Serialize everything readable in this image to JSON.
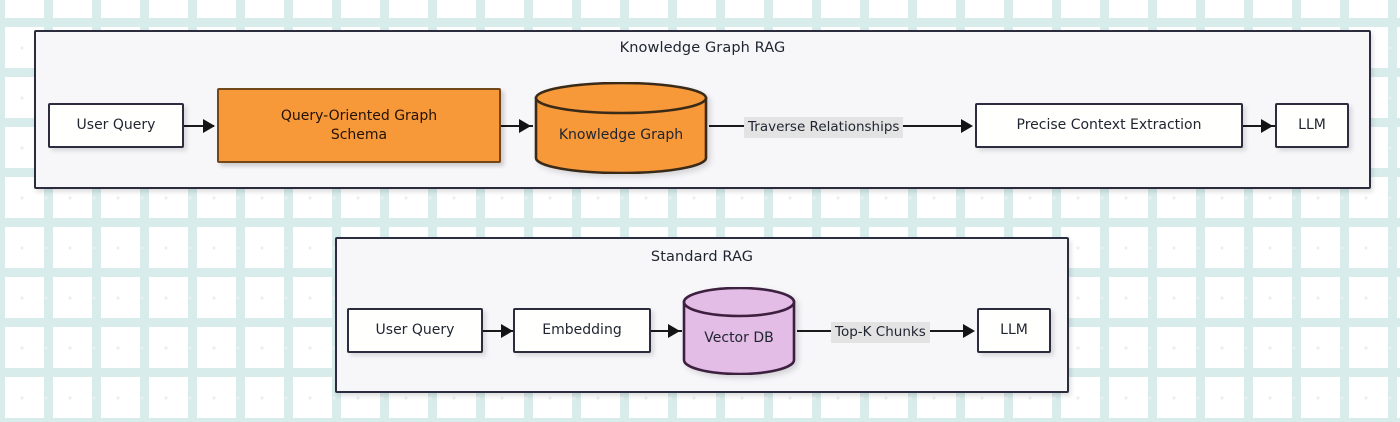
{
  "diagram": {
    "title_visible": false,
    "colors": {
      "page_background": "#ffffff",
      "grid_plus": "#d7eceb",
      "grid_dot": "#e9eef2",
      "cluster_fill": "#f7f7fa",
      "cluster_border": "#2b2c3d",
      "node_fill": "#ffffff",
      "node_border": "#2b2c3d",
      "highlight_fill": "#f79839",
      "highlight_border": "#72471a",
      "vector_db_fill": "#e3bde5",
      "vector_db_border": "#4a2352",
      "edge_label_background": "#e3e3e3",
      "connector": "#141414"
    },
    "clusters": [
      {
        "id": "knowledge-graph-rag",
        "title": "Knowledge Graph RAG",
        "nodes": [
          {
            "id": "kg-user-query",
            "label": "User Query",
            "shape": "rect",
            "style": "default"
          },
          {
            "id": "kg-schema",
            "label": "Query-Oriented Graph Schema",
            "shape": "rect",
            "style": "highlight"
          },
          {
            "id": "kg-graph",
            "label": "Knowledge Graph",
            "shape": "cylinder",
            "style": "highlight"
          },
          {
            "id": "kg-extraction",
            "label": "Precise Context Extraction",
            "shape": "rect",
            "style": "default"
          },
          {
            "id": "kg-llm",
            "label": "LLM",
            "shape": "rect",
            "style": "default"
          }
        ],
        "edges": [
          {
            "from": "kg-user-query",
            "to": "kg-schema",
            "label": ""
          },
          {
            "from": "kg-schema",
            "to": "kg-graph",
            "label": ""
          },
          {
            "from": "kg-graph",
            "to": "kg-extraction",
            "label": "Traverse Relationships"
          },
          {
            "from": "kg-extraction",
            "to": "kg-llm",
            "label": ""
          }
        ]
      },
      {
        "id": "standard-rag",
        "title": "Standard RAG",
        "nodes": [
          {
            "id": "std-user-query",
            "label": "User Query",
            "shape": "rect",
            "style": "default"
          },
          {
            "id": "std-embedding",
            "label": "Embedding",
            "shape": "rect",
            "style": "default"
          },
          {
            "id": "std-vector-db",
            "label": "Vector DB",
            "shape": "cylinder",
            "style": "vector"
          },
          {
            "id": "std-llm",
            "label": "LLM",
            "shape": "rect",
            "style": "default"
          }
        ],
        "edges": [
          {
            "from": "std-user-query",
            "to": "std-embedding",
            "label": ""
          },
          {
            "from": "std-embedding",
            "to": "std-vector-db",
            "label": ""
          },
          {
            "from": "std-vector-db",
            "to": "std-llm",
            "label": "Top-K Chunks"
          }
        ]
      }
    ]
  },
  "kg": {
    "title": "Knowledge Graph RAG",
    "user_query": "User Query",
    "schema_line1": "Query-Oriented Graph",
    "schema_line2": "Schema",
    "knowledge_graph": "Knowledge Graph",
    "traverse_label": "Traverse Relationships",
    "extraction": "Precise Context Extraction",
    "llm": "LLM"
  },
  "std": {
    "title": "Standard RAG",
    "user_query": "User Query",
    "embedding": "Embedding",
    "vector_db": "Vector DB",
    "topk_label": "Top-K Chunks",
    "llm": "LLM"
  }
}
